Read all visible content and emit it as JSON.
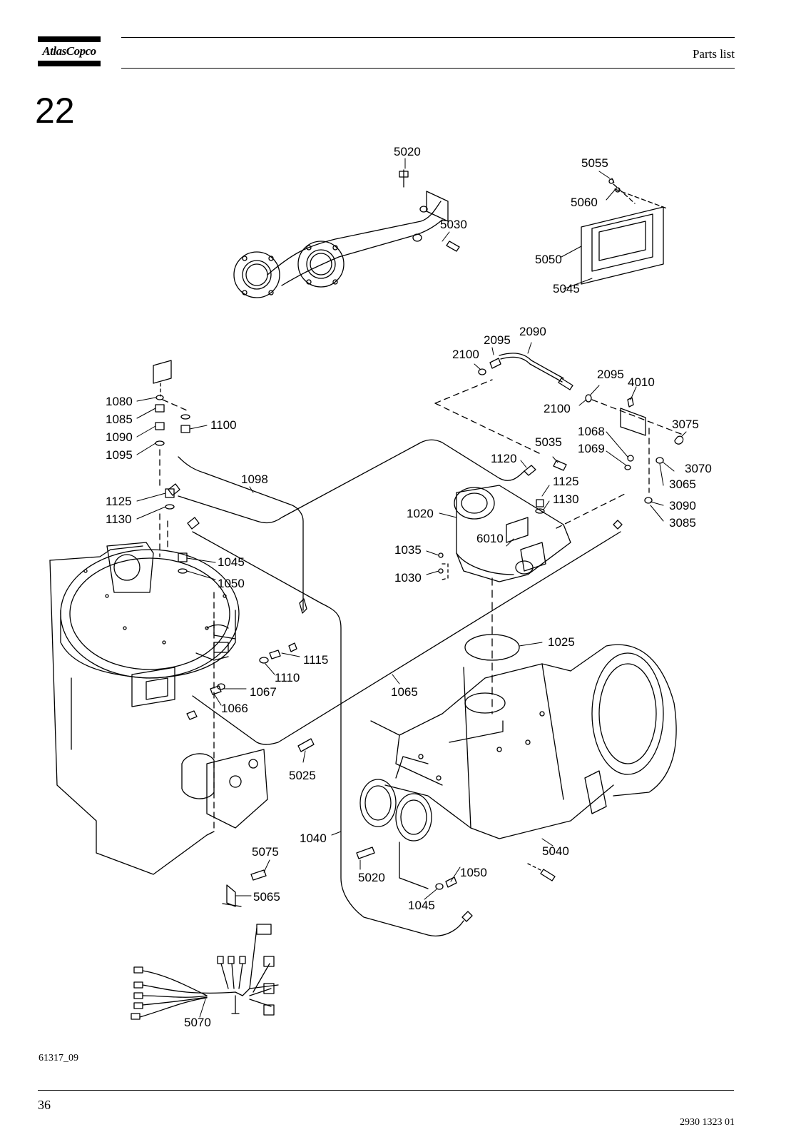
{
  "header": {
    "brand": "AtlasCopco",
    "title": "Parts list"
  },
  "section": {
    "number": "22"
  },
  "callouts": {
    "c5020_top": "5020",
    "c5030": "5030",
    "c5055": "5055",
    "c5060": "5060",
    "c5050": "5050",
    "c5045": "5045",
    "c2090": "2090",
    "c2095_a": "2095",
    "c2100_a": "2100",
    "c2095_b": "2095",
    "c4010": "4010",
    "c2100_b": "2100",
    "c3075": "3075",
    "c1068": "1068",
    "c1069": "1069",
    "c3070": "3070",
    "c3065": "3065",
    "c3090": "3090",
    "c3085": "3085",
    "c5035": "5035",
    "c1120": "1120",
    "c1125_r": "1125",
    "c1130_r": "1130",
    "c1020": "1020",
    "c6010": "6010",
    "c1035": "1035",
    "c1030": "1030",
    "c1025": "1025",
    "c1080": "1080",
    "c1085": "1085",
    "c1090": "1090",
    "c1095": "1095",
    "c1100": "1100",
    "c1098": "1098",
    "c1125_l": "1125",
    "c1130_l": "1130",
    "c1045_l": "1045",
    "c1050_l": "1050",
    "c1115": "1115",
    "c1110": "1110",
    "c1067": "1067",
    "c1066": "1066",
    "c1065": "1065",
    "c5025": "5025",
    "c1040": "1040",
    "c5040": "5040",
    "c5020_bot": "5020",
    "c1050_b": "1050",
    "c1045_b": "1045",
    "c5075": "5075",
    "c5065": "5065",
    "c5070": "5070"
  },
  "footer": {
    "figure_ref": "61317_09",
    "page_number": "36",
    "doc_number": "2930 1323 01"
  }
}
